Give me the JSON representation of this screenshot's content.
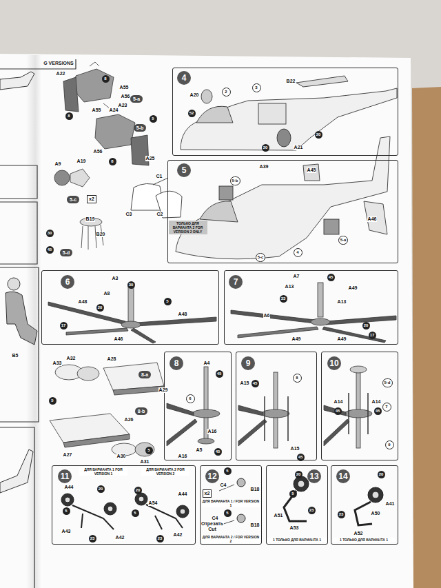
{
  "diagram": {
    "nodes": [
      {
        "text": [
          "5-a"
        ]
      },
      {
        "text": [
          "4"
        ]
      },
      {
        "text": [
          "5-b"
        ]
      },
      {
        "text": [
          "5"
        ]
      },
      {
        "text": [
          "ТОЛЬКО ДЛЯ ВАРИАНТА 2 FOR VERSION 2 ONLY"
        ],
        "in": 3
      },
      {
        "text": [
          "5-c"
        ]
      },
      {
        "text": [
          "x2"
        ]
      },
      {
        "text": [
          "5-d"
        ]
      },
      {
        "text": [
          "6"
        ]
      },
      {
        "text": [
          "7"
        ]
      },
      {
        "text": [
          "8-a"
        ]
      },
      {
        "text": [
          "8-b"
        ]
      },
      {
        "text": [
          "8"
        ]
      },
      {
        "text": [
          "9"
        ]
      },
      {
        "text": [
          "10"
        ]
      },
      {
        "text": [
          "11"
        ]
      },
      {
        "text": [
          "12"
        ]
      },
      {
        "text": [
          "x2"
        ],
        "in": 16
      },
      {
        "text": [
          "13"
        ]
      },
      {
        "text": [
          "14"
        ]
      }
    ],
    "labels": [
      "G VERSIONS",
      "B5",
      "A22",
      "8",
      "A55",
      "A56",
      "A23",
      "8",
      "A55",
      "A24",
      "5",
      "A56",
      "A25",
      "8",
      "A9",
      "A19",
      "B19",
      "B20",
      "30",
      "45",
      "A20",
      "2",
      "3",
      "B22",
      "52",
      "20",
      "20",
      "A21",
      "C1",
      "C3",
      "C2",
      "A39",
      "A45",
      "A46",
      "5-b",
      "5-a",
      "5-c",
      "4",
      "A3",
      "30",
      "A8",
      "5",
      "A48",
      "20",
      "17",
      "A48",
      "A46",
      "A7",
      "45",
      "A13",
      "33",
      "A49",
      "A13",
      "A6",
      "20",
      "A49",
      "A49",
      "17",
      "A33",
      "A32",
      "A28",
      "A29",
      "5",
      "A26",
      "A27",
      "A30",
      "A31",
      "5",
      "A4",
      "45",
      "6",
      "A16",
      "A5",
      "A16",
      "45",
      "A15",
      "45",
      "8",
      "A15",
      "45",
      "5-d",
      "7",
      "A14",
      "A14",
      "45",
      "45",
      "9",
      "ДЛЯ ВАРИАНТА 1 FOR VERSION 1",
      "ДЛЯ ВАРИАНТА 2 FOR VERSION 2",
      "A44",
      "20",
      "5",
      "A43",
      "23",
      "A42",
      "20",
      "A44",
      "5",
      "A54",
      "23",
      "A42",
      "5",
      "C4",
      "B18",
      "ДЛЯ ВАРИАНТА 1 / FOR VERSION 1",
      "5",
      "C4",
      "Отрезать",
      "Cut",
      "B18",
      "ДЛЯ ВАРИАНТА 2 / FOR VERSION 2",
      "20",
      "5",
      "A51",
      "23",
      "A53",
      "1 ТОЛЬКО ДЛЯ ВАРИАНТА 1",
      "20",
      "A41",
      "23",
      "A50",
      "A52",
      "1 ТОЛЬКО ДЛЯ ВАРИАНТА 1"
    ]
  }
}
